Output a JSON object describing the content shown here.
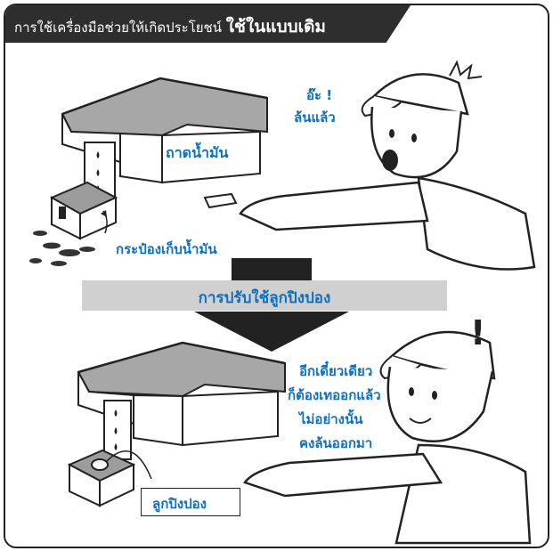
{
  "header": {
    "title_prefix": "การใช้เครื่องมือช่วยให้เกิดประโยชน์",
    "title_emphasis": "ใช้ในแบบเดิม"
  },
  "top_scene": {
    "tray_label": "ถาดน้ำมัน",
    "can_label": "กระป๋องเก็บน้ำมัน",
    "speech_line1": "อ๊ะ !",
    "speech_line2": "ล้นแล้ว"
  },
  "improvement": {
    "label": "การปรับใช้ลูกปิงปอง"
  },
  "bottom_scene": {
    "ball_label": "ลูกปิงปอง",
    "speech_lines": [
      "อีกเดี๋ยวเดียว",
      "ก็ต้องเทออกแล้ว",
      "ไม่อย่างนั้น",
      "คงล้นออกมา"
    ],
    "exclaim": "!"
  },
  "colors": {
    "accent": "#0d6fbf",
    "banner": "#2e2e2e",
    "tray_surface": "#a7a7a7",
    "arrow": "#222222"
  }
}
